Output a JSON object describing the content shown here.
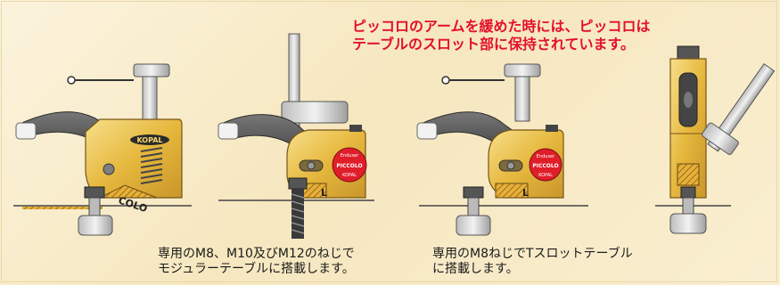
{
  "headline": {
    "line1": "ピッコロのアームを緩めた時には、ピッコロは",
    "line2": "テーブルのスロット部に保持されています。"
  },
  "caption_left": {
    "line1": "専用のM8、M10及びM12のねじで",
    "line2": "モジュラーテーブルに搭載します。"
  },
  "caption_right": {
    "line1": "専用のM8ねじでTスロットテーブル",
    "line2": "に搭載します。"
  },
  "clamp_labels": {
    "kopal": "KOPAL",
    "piccolo_cut": "COLO",
    "piccolo": "PICCOLO",
    "brand": "Enduser"
  },
  "colors": {
    "headline": "#e3102a",
    "background": "#f8edcc",
    "brass": "#e9c24a",
    "arm": "#555555",
    "red_label": "#e01e2a"
  }
}
